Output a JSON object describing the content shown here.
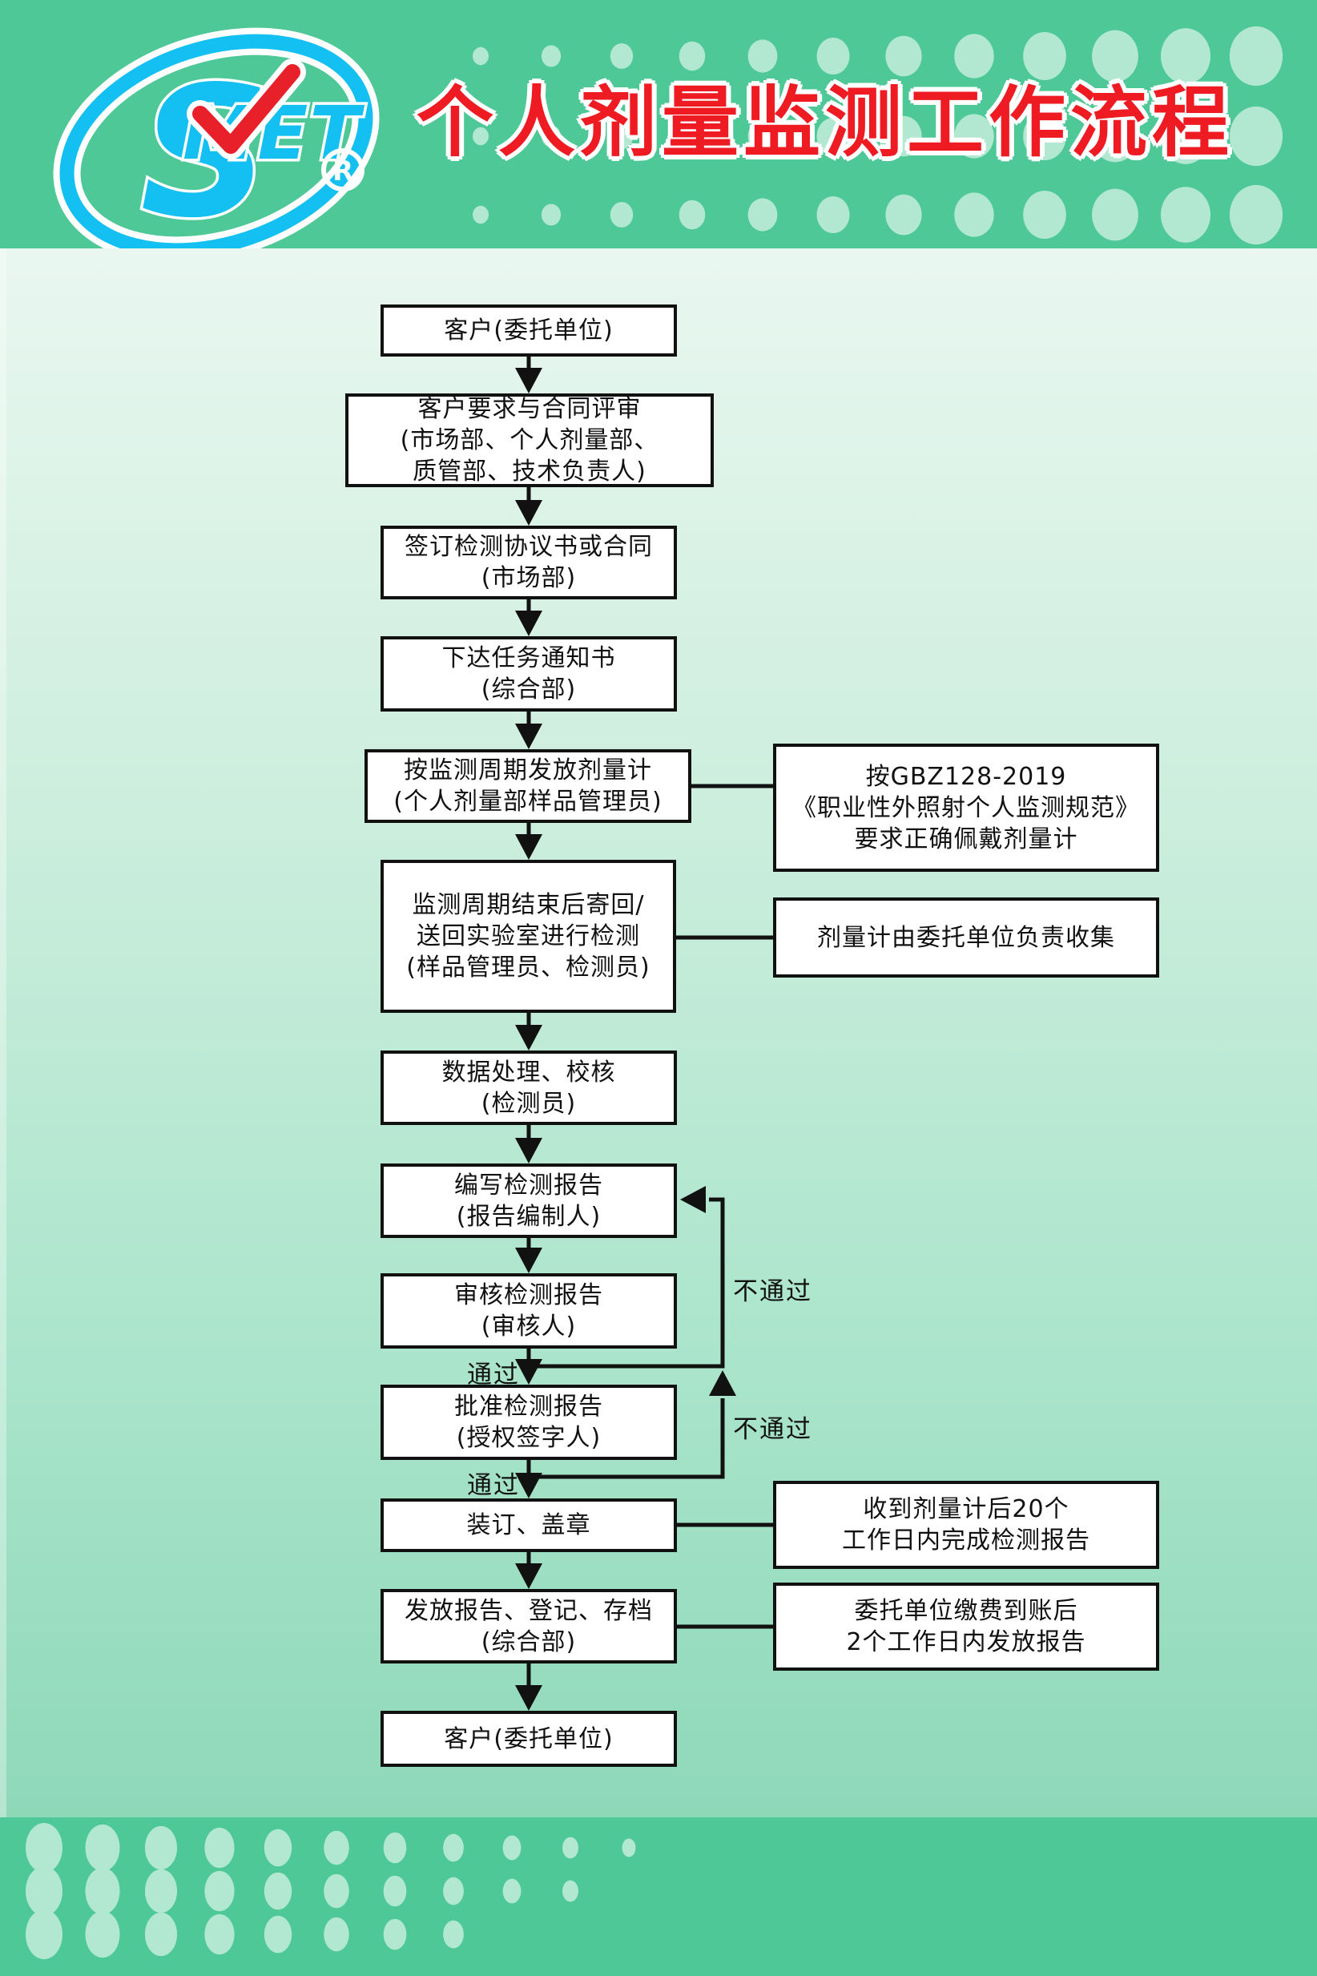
{
  "header": {
    "title": "个人剂量监测工作流程",
    "logo": {
      "s": "S",
      "met": "MET",
      "registered": "R"
    },
    "colors": {
      "band_green": "#4ec897",
      "title_red": "#ee1b23",
      "logo_cyan": "#14c0f1",
      "check_red": "#e8202a",
      "dot_light": "#b2e8d2"
    }
  },
  "flow": {
    "nodes": [
      {
        "name": "customer-start",
        "lines": [
          "客户(委托单位)"
        ]
      },
      {
        "name": "contract-review",
        "lines": [
          "客户要求与合同评审",
          "(市场部、个人剂量部、",
          "质管部、技术负责人)"
        ]
      },
      {
        "name": "sign-agreement",
        "lines": [
          "签订检测协议书或合同",
          "(市场部)"
        ]
      },
      {
        "name": "issue-task-notice",
        "lines": [
          "下达任务通知书",
          "(综合部)"
        ]
      },
      {
        "name": "distribute-dosimeter",
        "lines": [
          "按监测周期发放剂量计",
          "(个人剂量部样品管理员)"
        ]
      },
      {
        "name": "return-to-lab",
        "lines": [
          "监测周期结束后寄回/",
          "送回实验室进行检测",
          "(样品管理员、检测员)"
        ]
      },
      {
        "name": "data-processing",
        "lines": [
          "数据处理、校核",
          "(检测员)"
        ]
      },
      {
        "name": "write-report",
        "lines": [
          "编写检测报告",
          "(报告编制人)"
        ]
      },
      {
        "name": "review-report",
        "lines": [
          "审核检测报告",
          "(审核人)"
        ]
      },
      {
        "name": "approve-report",
        "lines": [
          "批准检测报告",
          "(授权签字人)"
        ]
      },
      {
        "name": "bind-stamp",
        "lines": [
          "装订、盖章"
        ]
      },
      {
        "name": "issue-register-archive",
        "lines": [
          "发放报告、登记、存档",
          "(综合部)"
        ]
      },
      {
        "name": "customer-end",
        "lines": [
          "客户(委托单位)"
        ]
      }
    ],
    "side_notes": [
      {
        "name": "wear-standard",
        "lines": [
          "按GBZ128-2019",
          "《职业性外照射个人监测规范》",
          "要求正确佩戴剂量计"
        ]
      },
      {
        "name": "collect-duty",
        "lines": [
          "剂量计由委托单位负责收集"
        ]
      },
      {
        "name": "report-deadline",
        "lines": [
          "收到剂量计后20个",
          "工作日内完成检测报告"
        ]
      },
      {
        "name": "payment-release",
        "lines": [
          "委托单位缴费到账后",
          "2个工作日内发放报告"
        ]
      }
    ],
    "edge_labels": {
      "pass": "通过",
      "fail": "不通过"
    }
  }
}
